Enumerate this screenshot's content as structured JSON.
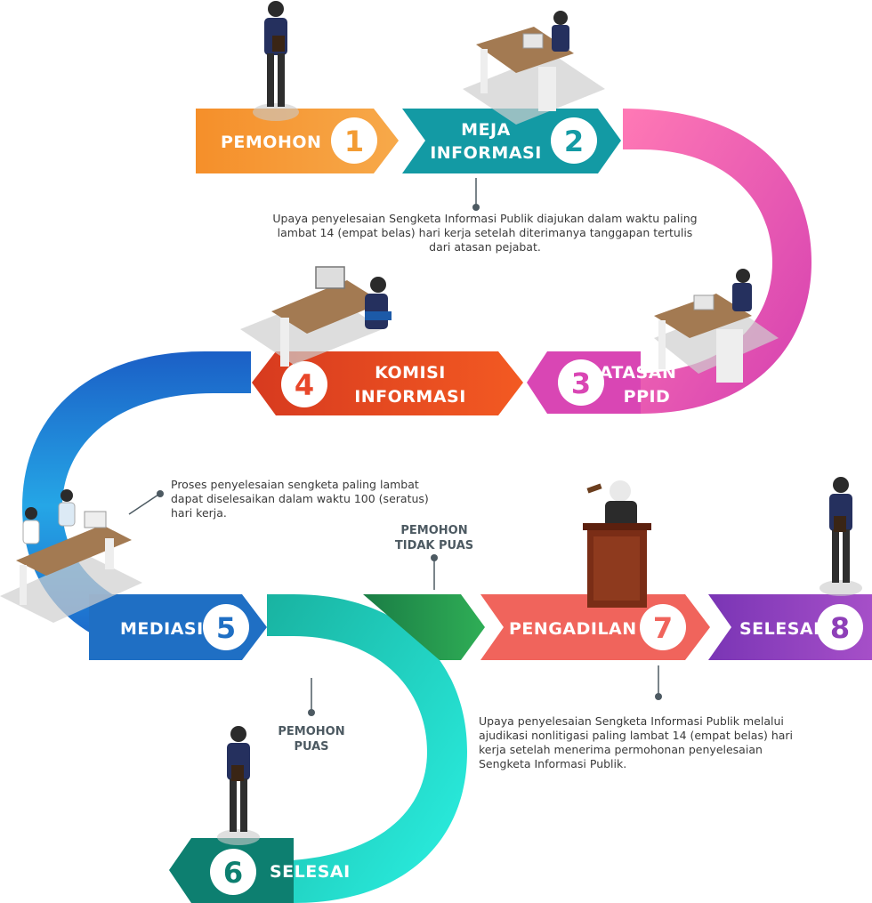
{
  "steps": [
    {
      "number": "1",
      "label_lines": [
        "PEMOHON"
      ],
      "color": "#f39c34"
    },
    {
      "number": "2",
      "label_lines": [
        "MEJA",
        "INFORMASI"
      ],
      "color": "#139aa4"
    },
    {
      "number": "3",
      "label_lines": [
        "ATASAN",
        "PPID"
      ],
      "color": "#d946b4"
    },
    {
      "number": "4",
      "label_lines": [
        "KOMISI",
        "INFORMASI"
      ],
      "color": "#e8472a"
    },
    {
      "number": "5",
      "label_lines": [
        "MEDIASI"
      ],
      "color": "#1f6fc4"
    },
    {
      "number": "6",
      "label_lines": [
        "SELESAI"
      ],
      "color": "#0d7f70"
    },
    {
      "number": "7",
      "label_lines": [
        "PENGADILAN"
      ],
      "color": "#f0645c"
    },
    {
      "number": "8",
      "label_lines": [
        "SELESAI"
      ],
      "color": "#8e3fb8"
    }
  ],
  "notes": {
    "note_step2": "Upaya penyelesaian Sengketa Informasi Publik diajukan dalam waktu paling lambat 14 (empat belas) hari kerja setelah diterimanya tanggapan tertulis dari atasan pejabat.",
    "note_mediasi": "Proses penyelesaian sengketa paling lambat dapat diselesaikan dalam waktu 100 (seratus) hari kerja.",
    "note_pengadilan": "Upaya penyelesaian Sengketa Informasi Publik melalui ajudikasi nonlitigasi paling lambat 14 (empat belas) hari kerja setelah menerima permohonan penyelesaian Sengketa Informasi Publik."
  },
  "branch_labels": {
    "tidak_puas": [
      "PEMOHON",
      "TIDAK PUAS"
    ],
    "puas": [
      "PEMOHON",
      "PUAS"
    ]
  }
}
